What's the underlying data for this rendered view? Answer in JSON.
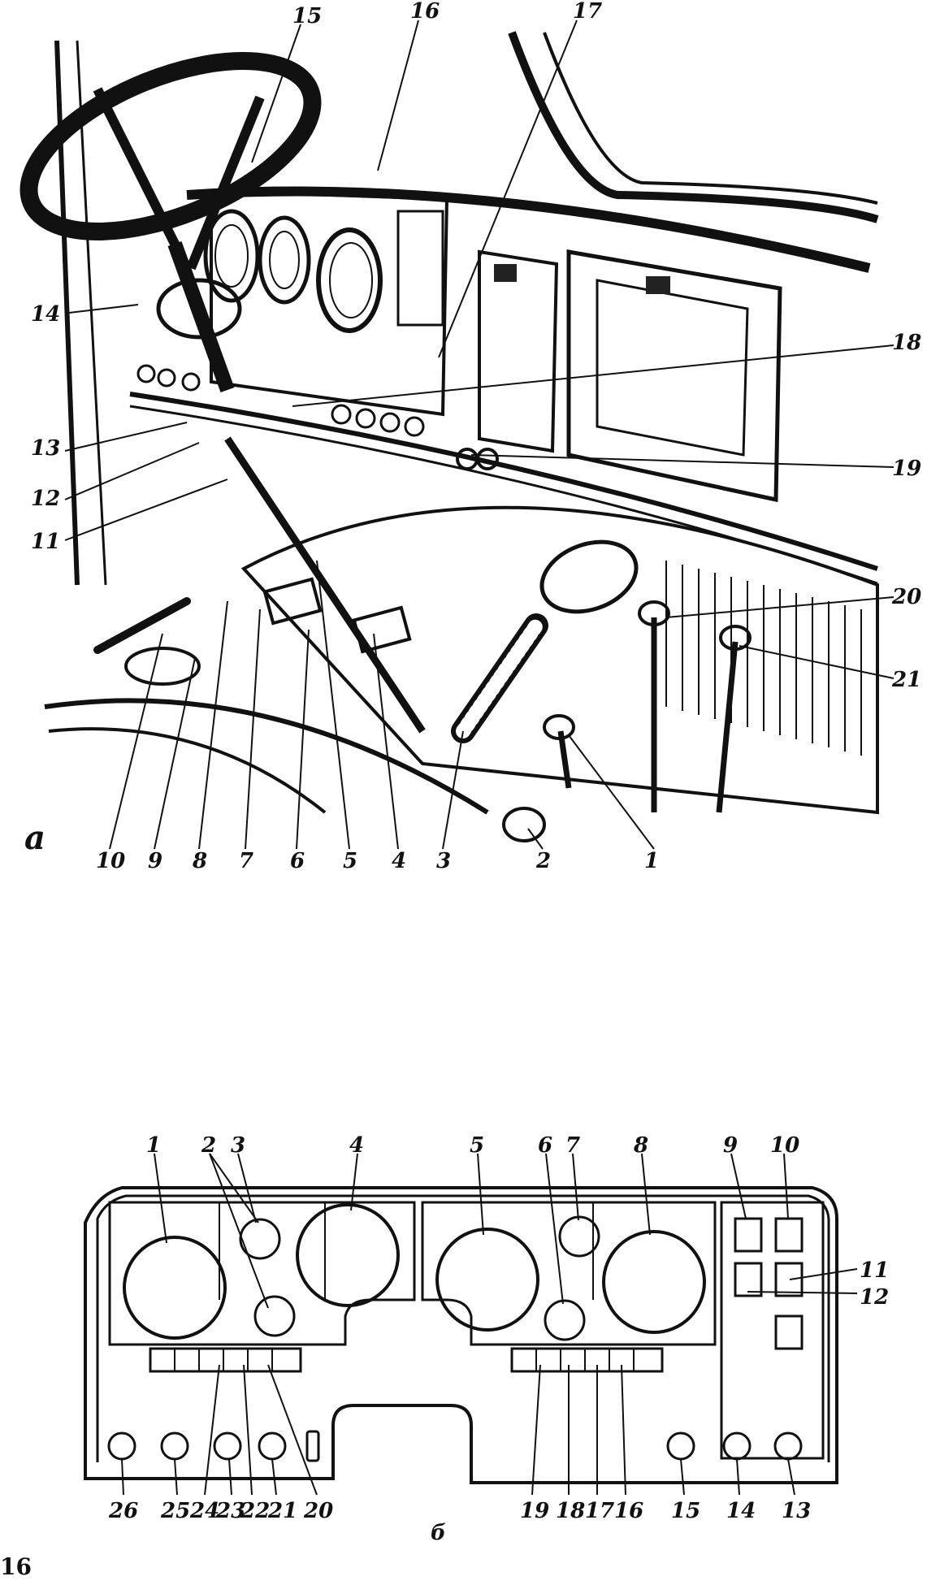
{
  "figure_a": {
    "panel_letter": "a",
    "callouts": [
      "1",
      "2",
      "3",
      "4",
      "5",
      "6",
      "7",
      "8",
      "9",
      "10",
      "11",
      "12",
      "13",
      "14",
      "15",
      "16",
      "17",
      "18",
      "19",
      "20",
      "21"
    ]
  },
  "figure_b": {
    "panel_letter": "б",
    "callouts": [
      "1",
      "2",
      "3",
      "4",
      "5",
      "6",
      "7",
      "8",
      "9",
      "10",
      "11",
      "12",
      "13",
      "14",
      "15",
      "16",
      "17",
      "18",
      "19",
      "20",
      "21",
      "22",
      "23",
      "24",
      "25",
      "26"
    ]
  },
  "page_number": "16"
}
